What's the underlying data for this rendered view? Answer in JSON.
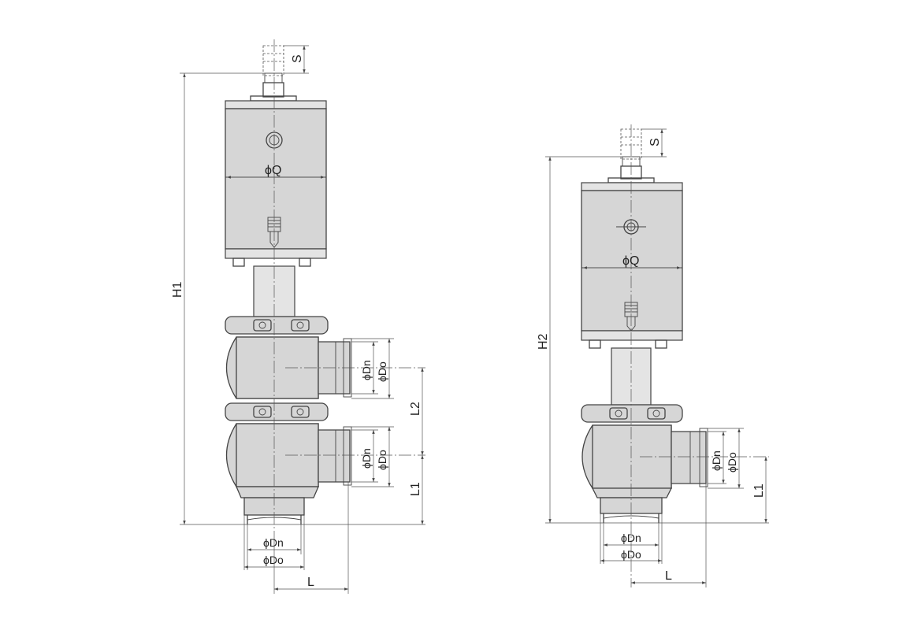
{
  "left_view": {
    "dim_s": "S",
    "dim_q": "ϕQ",
    "dim_h": "H1",
    "dim_l2": "L2",
    "dim_l1": "L1",
    "dim_l": "L",
    "port_upper_dn": "ϕDn",
    "port_upper_do": "ϕDo",
    "port_lower_dn": "ϕDn",
    "port_lower_do": "ϕDo",
    "bottom_dn": "ϕDn",
    "bottom_do": "ϕDo"
  },
  "right_view": {
    "dim_s": "S",
    "dim_q": "ϕQ",
    "dim_h": "H2",
    "dim_l1": "L1",
    "dim_l": "L",
    "port_dn": "ϕDn",
    "port_do": "ϕDo",
    "bottom_dn": "ϕDn",
    "bottom_do": "ϕDo"
  }
}
